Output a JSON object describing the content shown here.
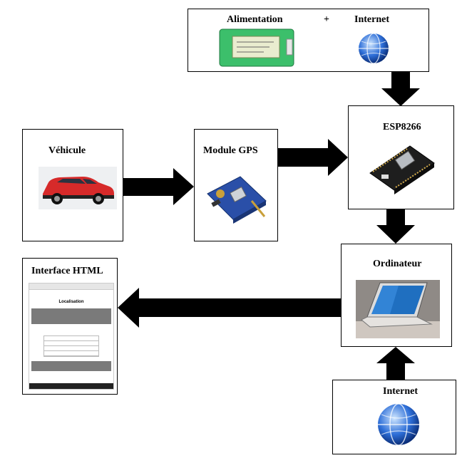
{
  "top_box": {
    "power_label": "Alimentation",
    "plus": "+",
    "internet_label": "Internet"
  },
  "vehicle": {
    "label": "Véhicule"
  },
  "gps": {
    "label": "Module  GPS"
  },
  "esp": {
    "label": "ESP8266"
  },
  "computer": {
    "label": "Ordinateur"
  },
  "interface": {
    "label": "Interface HTML",
    "page_title": "Localisation"
  },
  "internet_bottom": {
    "label": "Internet"
  },
  "colors": {
    "arrow": "#000000",
    "battery": "#3cbf6b",
    "globe": "#2e6fd8",
    "car": "#d62a2a",
    "board": "#2a4fa8"
  }
}
